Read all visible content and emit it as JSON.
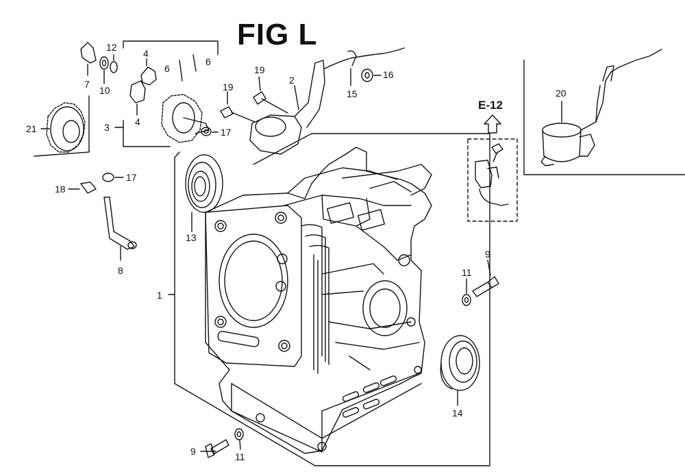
{
  "figure": {
    "title": "FIG L",
    "ref_label": "E-12"
  },
  "callouts": [
    {
      "id": "c1",
      "text": "1"
    },
    {
      "id": "c2",
      "text": "2"
    },
    {
      "id": "c3",
      "text": "3"
    },
    {
      "id": "c4a",
      "text": "4"
    },
    {
      "id": "c4b",
      "text": "4"
    },
    {
      "id": "c6a",
      "text": "6"
    },
    {
      "id": "c6b",
      "text": "6"
    },
    {
      "id": "c7",
      "text": "7"
    },
    {
      "id": "c8",
      "text": "8"
    },
    {
      "id": "c9a",
      "text": "9"
    },
    {
      "id": "c9b",
      "text": "9"
    },
    {
      "id": "c10",
      "text": "10"
    },
    {
      "id": "c11a",
      "text": "11"
    },
    {
      "id": "c11b",
      "text": "11"
    },
    {
      "id": "c12",
      "text": "12"
    },
    {
      "id": "c13",
      "text": "13"
    },
    {
      "id": "c14",
      "text": "14"
    },
    {
      "id": "c15",
      "text": "15"
    },
    {
      "id": "c16",
      "text": "16"
    },
    {
      "id": "c17a",
      "text": "17"
    },
    {
      "id": "c17b",
      "text": "17"
    },
    {
      "id": "c18",
      "text": "18"
    },
    {
      "id": "c19a",
      "text": "19"
    },
    {
      "id": "c19b",
      "text": "19"
    },
    {
      "id": "c20",
      "text": "20"
    },
    {
      "id": "c21",
      "text": "21"
    }
  ]
}
